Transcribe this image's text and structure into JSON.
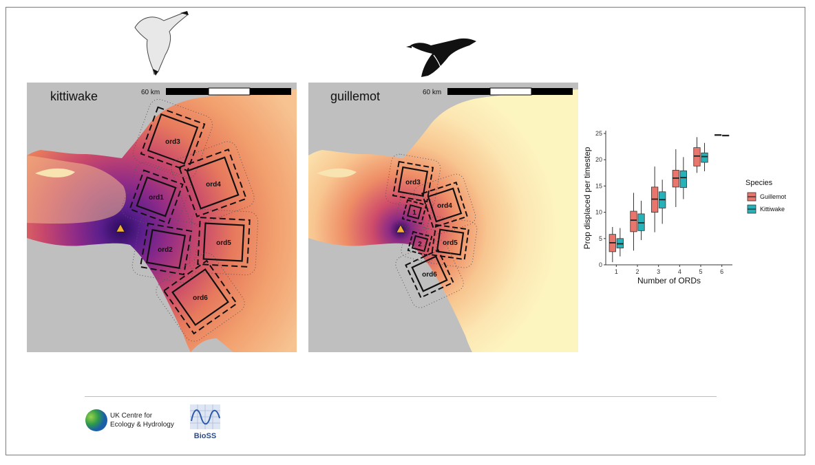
{
  "maps": [
    {
      "label": "kittiwake",
      "scale_label": "60 km",
      "ords": [
        "ord1",
        "ord2",
        "ord3",
        "ord4",
        "ord5",
        "ord6"
      ]
    },
    {
      "label": "guillemot",
      "scale_label": "60 km",
      "ords": [
        "1",
        "2",
        "ord3",
        "ord4",
        "ord5",
        "ord6"
      ]
    }
  ],
  "colors": {
    "land": "#bfbfbf",
    "sea_low": "#fdf5c0",
    "sea_high": "#3d0d6e",
    "colony_marker": "#f2b134",
    "guillemot": "#e8766c",
    "kittiwake": "#26b2b8"
  },
  "icons": {
    "kittiwake_silhouette": "kittiwake-icon",
    "guillemot_silhouette": "guillemot-icon"
  },
  "chart_data": {
    "type": "boxplot",
    "title": "",
    "xlabel": "Number of ORDs",
    "ylabel": "Prop displaced per timestep",
    "categories": [
      "1",
      "2",
      "3",
      "4",
      "5",
      "6"
    ],
    "ylim": [
      0,
      25
    ],
    "yticks": [
      0,
      5,
      10,
      15,
      20,
      25
    ],
    "grid": false,
    "legend": {
      "title": "Species",
      "position": "right"
    },
    "series": [
      {
        "name": "Guillemot",
        "color": "#e8766c",
        "boxes": [
          {
            "min": 0.5,
            "q1": 2.5,
            "median": 4.2,
            "q3": 5.8,
            "max": 7.2
          },
          {
            "min": 2.7,
            "q1": 6.3,
            "median": 8.5,
            "q3": 10.2,
            "max": 13.7
          },
          {
            "min": 6.2,
            "q1": 10.0,
            "median": 12.5,
            "q3": 14.8,
            "max": 18.7
          },
          {
            "min": 11.0,
            "q1": 14.8,
            "median": 16.5,
            "q3": 18.0,
            "max": 22.0
          },
          {
            "min": 17.5,
            "q1": 18.8,
            "median": 20.7,
            "q3": 22.3,
            "max": 24.3
          },
          {
            "min": 24.6,
            "q1": 24.6,
            "median": 24.7,
            "q3": 24.8,
            "max": 24.8
          }
        ]
      },
      {
        "name": "Kittiwake",
        "color": "#26b2b8",
        "boxes": [
          {
            "min": 1.6,
            "q1": 3.2,
            "median": 4.0,
            "q3": 5.0,
            "max": 7.0
          },
          {
            "min": 4.7,
            "q1": 6.5,
            "median": 8.0,
            "q3": 9.7,
            "max": 12.2
          },
          {
            "min": 7.8,
            "q1": 10.8,
            "median": 12.4,
            "q3": 13.9,
            "max": 16.2
          },
          {
            "min": 12.5,
            "q1": 14.7,
            "median": 16.6,
            "q3": 17.9,
            "max": 20.5
          },
          {
            "min": 17.8,
            "q1": 19.5,
            "median": 20.6,
            "q3": 21.3,
            "max": 23.2
          },
          {
            "min": 24.5,
            "q1": 24.5,
            "median": 24.6,
            "q3": 24.7,
            "max": 24.7
          }
        ]
      }
    ]
  },
  "footer": {
    "ukceh_line1": "UK Centre for",
    "ukceh_line2": "Ecology & Hydrology",
    "bioss_label": "BioSS"
  }
}
